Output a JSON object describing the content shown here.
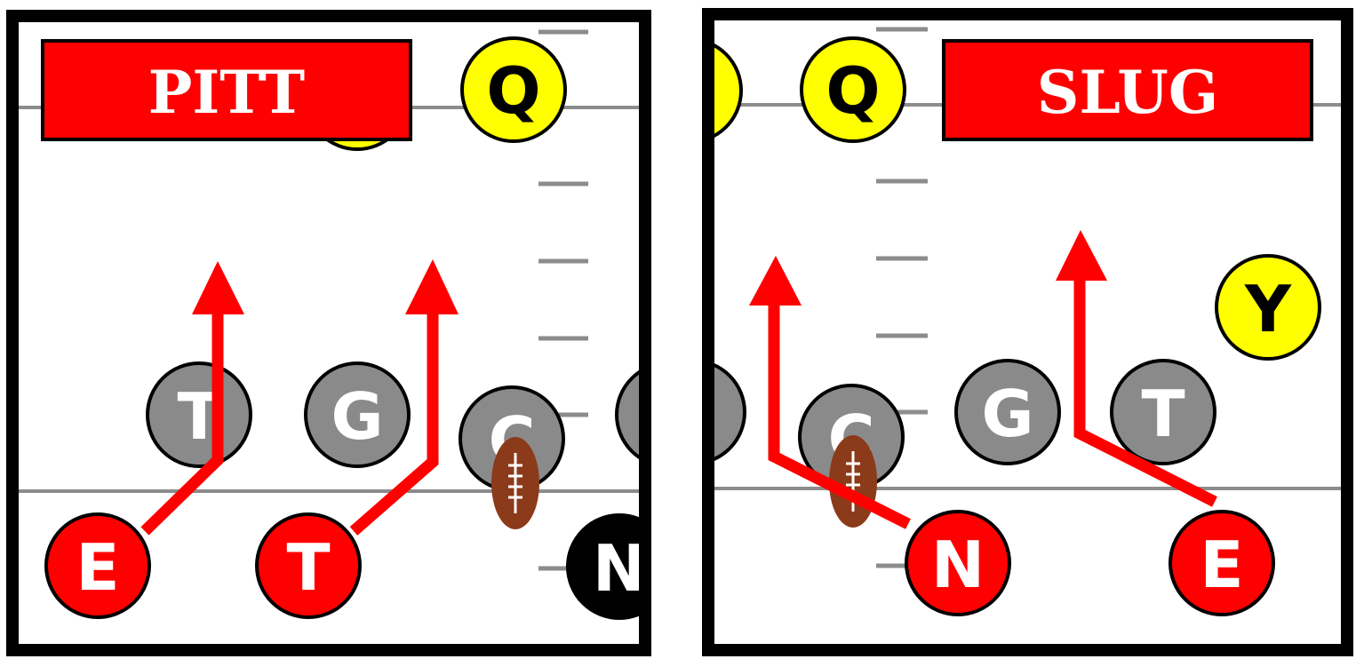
{
  "panels": [
    {
      "title": "PITT",
      "players": [
        {
          "label": "Q",
          "role": "offense-qb"
        },
        {
          "label": "T",
          "role": "offense-line"
        },
        {
          "label": "G",
          "role": "offense-line"
        },
        {
          "label": "C",
          "role": "offense-line"
        },
        {
          "label": "E",
          "role": "defense-slant"
        },
        {
          "label": "T",
          "role": "defense-slant"
        },
        {
          "label": "N",
          "role": "defense-other"
        }
      ]
    },
    {
      "title": "SLUG",
      "players": [
        {
          "label": "Q",
          "role": "offense-qb"
        },
        {
          "label": "Y",
          "role": "offense-qb"
        },
        {
          "label": "C",
          "role": "offense-line"
        },
        {
          "label": "G",
          "role": "offense-line"
        },
        {
          "label": "T",
          "role": "offense-line"
        },
        {
          "label": "N",
          "role": "defense-slant"
        },
        {
          "label": "E",
          "role": "defense-slant"
        }
      ]
    }
  ],
  "colors": {
    "title_bg": "#ff0000",
    "defense": "#ff0000",
    "offense_line": "#8a8a8a",
    "backfield": "#ffff00",
    "other_defender": "#000000",
    "route": "#ff0000",
    "football": "#8b3a1a",
    "yard_line": "#8c8c8c"
  },
  "icons": [
    "football-icon",
    "route-arrow-icon"
  ]
}
